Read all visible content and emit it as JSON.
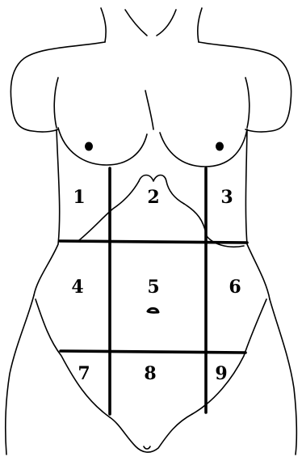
{
  "regions": [
    {
      "label": "1"
    },
    {
      "label": "2"
    },
    {
      "label": "3"
    },
    {
      "label": "4"
    },
    {
      "label": "5"
    },
    {
      "label": "6"
    },
    {
      "label": "7"
    },
    {
      "label": "8"
    },
    {
      "label": "9"
    }
  ],
  "ink_color": "#000000",
  "background_color": "#ffffff"
}
